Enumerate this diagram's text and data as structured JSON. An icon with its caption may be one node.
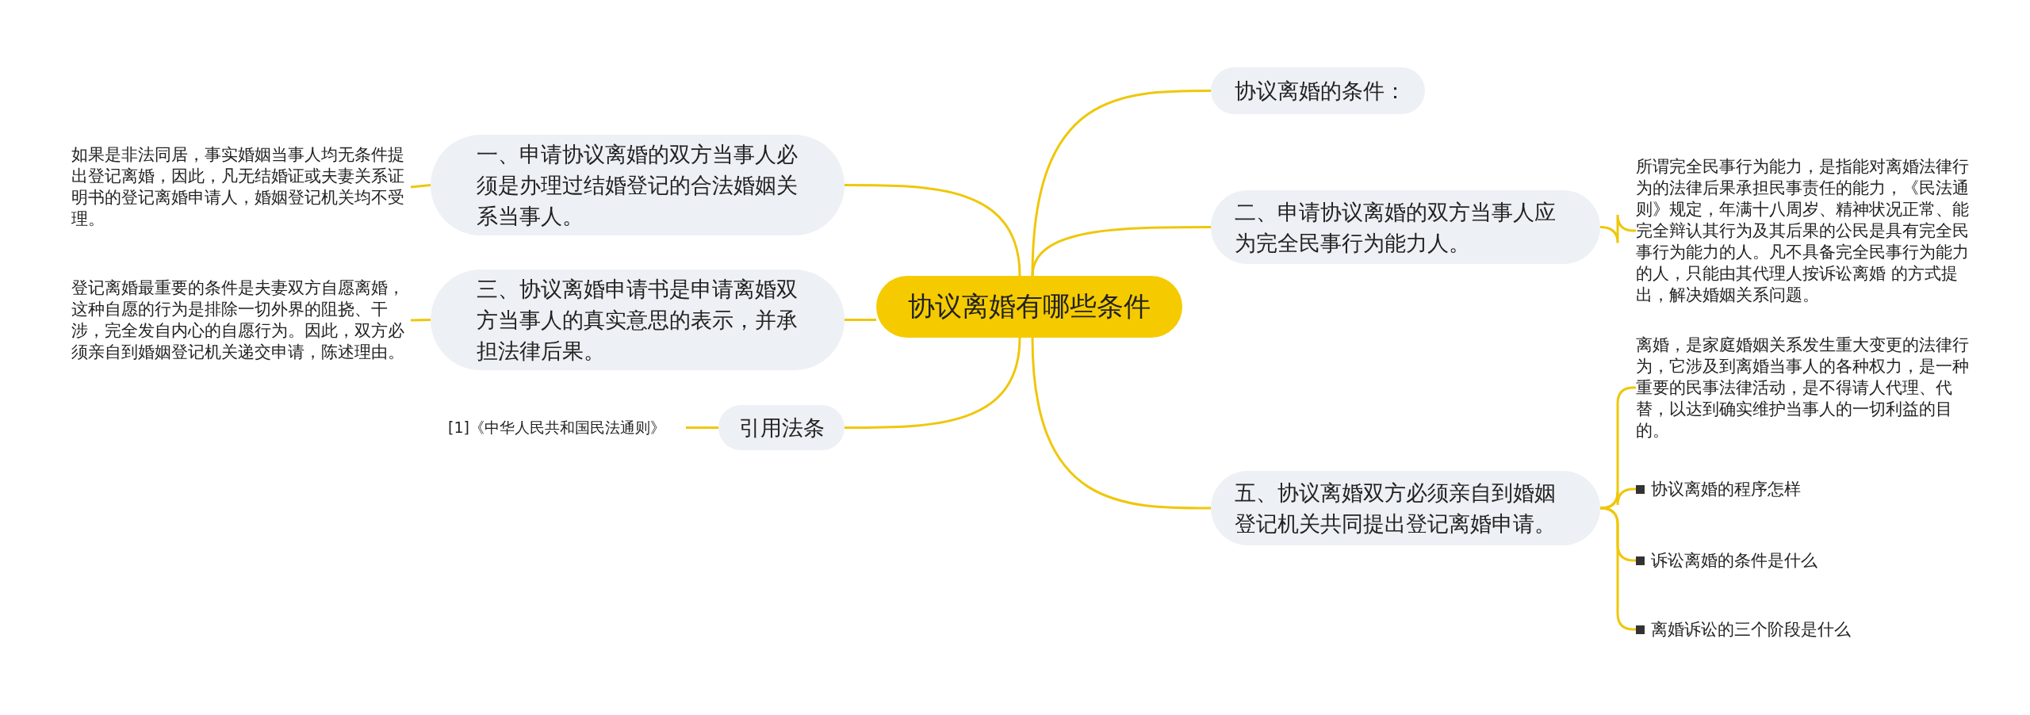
{
  "diagram": {
    "nodes": [
      {
        "text": [
          "协议离婚有哪些条件"
        ]
      },
      {
        "text": [
          "一、申请协议离婚的双方当事人必须是办理过结婚登记的合法婚姻关系当事人。"
        ]
      },
      {
        "text": [
          "如果是非法同居，事实婚姻当事人均无条件提出登记离婚，因此，凡无结婚证或夫妻关系证明书的登记离婚申请人，婚姻登记机关均不受理。"
        ]
      },
      {
        "text": [
          "三、协议离婚申请书是申请离婚双方当事人的真实意思的表示，并承担法律后果。"
        ]
      },
      {
        "text": [
          "登记离婚最重要的条件是夫妻双方自愿离婚，这种自愿的行为是排除一切外界的阻挠、干涉，完全发自内心的自愿行为。因此，双方必须亲自到婚姻登记机关递交申请，陈述理由。"
        ]
      },
      {
        "text": [
          "引用法条"
        ]
      },
      {
        "text": [
          "[1]《中华人民共和国民法通则》"
        ]
      },
      {
        "text": [
          "协议离婚的条件："
        ]
      },
      {
        "text": [
          "二、申请协议离婚的双方当事人应为完全民事行为能力人。"
        ]
      },
      {
        "text": [
          "所谓完全民事行为能力，是指能对离婚法律行为的法律后果承担民事责任的能力，《民法通则》规定，年满十八周岁、精神状况正常、能完全辩认其行为及其后果的公民是具有完全民事行为能力的人。凡不具备完全民事行为能力的人，只能由其代理人按诉讼离婚 的方式提出，解决婚姻关系问题。"
        ]
      },
      {
        "text": [
          "五、协议离婚双方必须亲自到婚姻登记机关共同提出登记离婚申请。"
        ]
      },
      {
        "text": [
          "离婚，是家庭婚姻关系发生重大变更的法律行为，它涉及到离婚当事人的各种权力，是一种重要的民事法律活动，是不得请人代理、代替，以达到确实维护当事人的一切利益的目的。"
        ]
      },
      {
        "text": [
          "协议离婚的程序怎样"
        ]
      },
      {
        "text": [
          "诉讼离婚的条件是什么"
        ]
      },
      {
        "text": [
          "离婚诉讼的三个阶段是什么"
        ]
      }
    ],
    "edges": [
      {
        "from": 0,
        "to": 1,
        "arrow": "none"
      },
      {
        "from": 1,
        "to": 2,
        "arrow": "none"
      },
      {
        "from": 0,
        "to": 3,
        "arrow": "none"
      },
      {
        "from": 3,
        "to": 4,
        "arrow": "none"
      },
      {
        "from": 0,
        "to": 5,
        "arrow": "none"
      },
      {
        "from": 5,
        "to": 6,
        "arrow": "none"
      },
      {
        "from": 0,
        "to": 7,
        "arrow": "none"
      },
      {
        "from": 0,
        "to": 8,
        "arrow": "none"
      },
      {
        "from": 8,
        "to": 9,
        "arrow": "none"
      },
      {
        "from": 0,
        "to": 10,
        "arrow": "none"
      },
      {
        "from": 10,
        "to": 11,
        "arrow": "none"
      },
      {
        "from": 10,
        "to": 12,
        "arrow": "none"
      },
      {
        "from": 10,
        "to": 13,
        "arrow": "none"
      },
      {
        "from": 10,
        "to": 14,
        "arrow": "none"
      }
    ]
  }
}
